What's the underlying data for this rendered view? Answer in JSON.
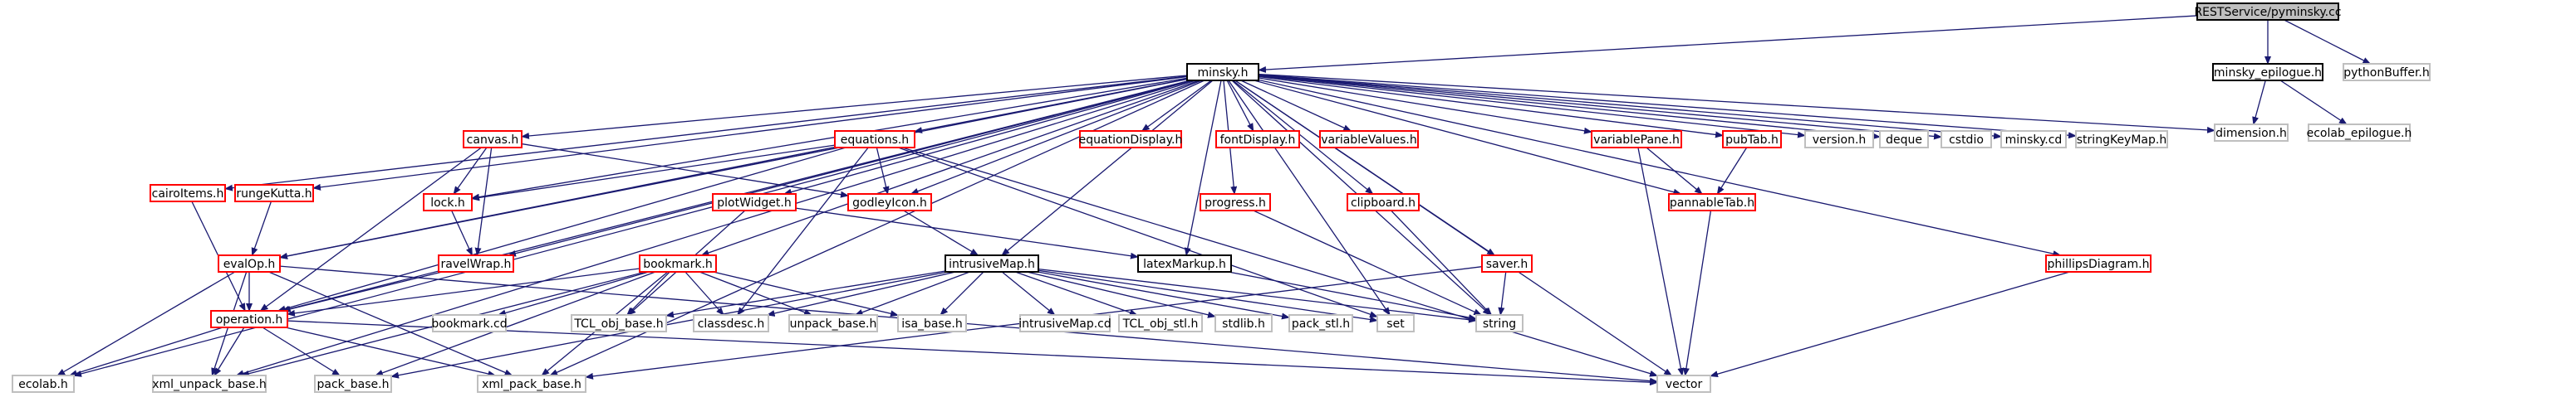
{
  "colors": {
    "edge": "#191970",
    "root_fill": "#bfbfbf",
    "node_fill": "#ffffff",
    "boxed_border": "#000000",
    "undocumented_border": "#ff0000",
    "external_border": "#bfbfbf"
  },
  "nodes": [
    {
      "id": "root",
      "label": "RESTService/pyminsky.cc",
      "style": "root"
    },
    {
      "id": "minsky_h",
      "label": "minsky.h",
      "style": "boxed"
    },
    {
      "id": "minsky_epilogue_h",
      "label": "minsky_epilogue.h",
      "style": "boxed"
    },
    {
      "id": "pythonBuffer_h",
      "label": "pythonBuffer.h",
      "style": "external"
    },
    {
      "id": "dimension_h",
      "label": "dimension.h",
      "style": "external"
    },
    {
      "id": "ecolab_epilogue_h",
      "label": "ecolab_epilogue.h",
      "style": "external"
    },
    {
      "id": "cairoItems_h",
      "label": "cairoItems.h",
      "style": "undocumented"
    },
    {
      "id": "rungeKutta_h",
      "label": "rungeKutta.h",
      "style": "undocumented"
    },
    {
      "id": "canvas_h",
      "label": "canvas.h",
      "style": "undocumented"
    },
    {
      "id": "equations_h",
      "label": "equations.h",
      "style": "undocumented"
    },
    {
      "id": "equationDisplay_h",
      "label": "equationDisplay.h",
      "style": "undocumented"
    },
    {
      "id": "fontDisplay_h",
      "label": "fontDisplay.h",
      "style": "undocumented"
    },
    {
      "id": "variableValues_h",
      "label": "variableValues.h",
      "style": "undocumented"
    },
    {
      "id": "variablePane_h",
      "label": "variablePane.h",
      "style": "undocumented"
    },
    {
      "id": "pubTab_h",
      "label": "pubTab.h",
      "style": "undocumented"
    },
    {
      "id": "version_h",
      "label": "version.h",
      "style": "external"
    },
    {
      "id": "deque",
      "label": "deque",
      "style": "external"
    },
    {
      "id": "cstdio",
      "label": "cstdio",
      "style": "external"
    },
    {
      "id": "minsky_cd",
      "label": "minsky.cd",
      "style": "external"
    },
    {
      "id": "stringKeyMap_h",
      "label": "stringKeyMap.h",
      "style": "external"
    },
    {
      "id": "lock_h",
      "label": "lock.h",
      "style": "undocumented"
    },
    {
      "id": "godleyIcon_h",
      "label": "godleyIcon.h",
      "style": "undocumented"
    },
    {
      "id": "plotWidget_h",
      "label": "plotWidget.h",
      "style": "undocumented"
    },
    {
      "id": "progress_h",
      "label": "progress.h",
      "style": "undocumented"
    },
    {
      "id": "clipboard_h",
      "label": "clipboard.h",
      "style": "undocumented"
    },
    {
      "id": "pannableTab_h",
      "label": "pannableTab.h",
      "style": "undocumented"
    },
    {
      "id": "evalOp_h",
      "label": "evalOp.h",
      "style": "undocumented"
    },
    {
      "id": "ravelWrap_h",
      "label": "ravelWrap.h",
      "style": "undocumented"
    },
    {
      "id": "bookmark_h",
      "label": "bookmark.h",
      "style": "undocumented"
    },
    {
      "id": "intrusiveMap_h",
      "label": "intrusiveMap.h",
      "style": "boxed"
    },
    {
      "id": "latexMarkup_h",
      "label": "latexMarkup.h",
      "style": "boxed"
    },
    {
      "id": "saver_h",
      "label": "saver.h",
      "style": "undocumented"
    },
    {
      "id": "phillipsDiagram_h",
      "label": "phillipsDiagram.h",
      "style": "undocumented"
    },
    {
      "id": "operation_h",
      "label": "operation.h",
      "style": "undocumented"
    },
    {
      "id": "bookmark_cd",
      "label": "bookmark.cd",
      "style": "external"
    },
    {
      "id": "TCL_obj_base_h",
      "label": "TCL_obj_base.h",
      "style": "external"
    },
    {
      "id": "classdesc_h",
      "label": "classdesc.h",
      "style": "external"
    },
    {
      "id": "unpack_base_h",
      "label": "unpack_base.h",
      "style": "external"
    },
    {
      "id": "isa_base_h",
      "label": "isa_base.h",
      "style": "external"
    },
    {
      "id": "intrusiveMap_cd",
      "label": "intrusiveMap.cd",
      "style": "external"
    },
    {
      "id": "TCL_obj_stl_h",
      "label": "TCL_obj_stl.h",
      "style": "external"
    },
    {
      "id": "stdlib_h",
      "label": "stdlib.h",
      "style": "external"
    },
    {
      "id": "pack_stl_h",
      "label": "pack_stl.h",
      "style": "external"
    },
    {
      "id": "set",
      "label": "set",
      "style": "external"
    },
    {
      "id": "string",
      "label": "string",
      "style": "external"
    },
    {
      "id": "vector",
      "label": "vector",
      "style": "external"
    },
    {
      "id": "ecolab_h",
      "label": "ecolab.h",
      "style": "external"
    },
    {
      "id": "xml_unpack_base_h",
      "label": "xml_unpack_base.h",
      "style": "external"
    },
    {
      "id": "pack_base_h",
      "label": "pack_base.h",
      "style": "external"
    },
    {
      "id": "xml_pack_base_h",
      "label": "xml_pack_base.h",
      "style": "external"
    }
  ],
  "edges": [
    [
      "root",
      "minsky_h"
    ],
    [
      "root",
      "minsky_epilogue_h"
    ],
    [
      "root",
      "pythonBuffer_h"
    ],
    [
      "minsky_epilogue_h",
      "dimension_h"
    ],
    [
      "minsky_epilogue_h",
      "ecolab_epilogue_h"
    ],
    [
      "minsky_h",
      "cairoItems_h"
    ],
    [
      "minsky_h",
      "rungeKutta_h"
    ],
    [
      "minsky_h",
      "canvas_h"
    ],
    [
      "minsky_h",
      "equations_h"
    ],
    [
      "minsky_h",
      "equationDisplay_h"
    ],
    [
      "minsky_h",
      "fontDisplay_h"
    ],
    [
      "minsky_h",
      "variableValues_h"
    ],
    [
      "minsky_h",
      "variablePane_h"
    ],
    [
      "minsky_h",
      "pubTab_h"
    ],
    [
      "minsky_h",
      "version_h"
    ],
    [
      "minsky_h",
      "deque"
    ],
    [
      "minsky_h",
      "cstdio"
    ],
    [
      "minsky_h",
      "minsky_cd"
    ],
    [
      "minsky_h",
      "stringKeyMap_h"
    ],
    [
      "minsky_h",
      "dimension_h"
    ],
    [
      "minsky_h",
      "lock_h"
    ],
    [
      "minsky_h",
      "godleyIcon_h"
    ],
    [
      "minsky_h",
      "plotWidget_h"
    ],
    [
      "minsky_h",
      "progress_h"
    ],
    [
      "minsky_h",
      "clipboard_h"
    ],
    [
      "minsky_h",
      "pannableTab_h"
    ],
    [
      "minsky_h",
      "evalOp_h"
    ],
    [
      "minsky_h",
      "ravelWrap_h"
    ],
    [
      "minsky_h",
      "bookmark_h"
    ],
    [
      "minsky_h",
      "intrusiveMap_h"
    ],
    [
      "minsky_h",
      "latexMarkup_h"
    ],
    [
      "minsky_h",
      "saver_h"
    ],
    [
      "minsky_h",
      "phillipsDiagram_h"
    ],
    [
      "minsky_h",
      "operation_h"
    ],
    [
      "minsky_h",
      "string"
    ],
    [
      "minsky_h",
      "vector"
    ],
    [
      "minsky_h",
      "ecolab_h"
    ],
    [
      "minsky_h",
      "xml_unpack_base_h"
    ],
    [
      "minsky_h",
      "xml_pack_base_h"
    ],
    [
      "minsky_h",
      "set"
    ],
    [
      "cairoItems_h",
      "operation_h"
    ],
    [
      "rungeKutta_h",
      "evalOp_h"
    ],
    [
      "canvas_h",
      "lock_h"
    ],
    [
      "canvas_h",
      "ravelWrap_h"
    ],
    [
      "canvas_h",
      "operation_h"
    ],
    [
      "canvas_h",
      "godleyIcon_h"
    ],
    [
      "equations_h",
      "lock_h"
    ],
    [
      "equations_h",
      "godleyIcon_h"
    ],
    [
      "equations_h",
      "evalOp_h"
    ],
    [
      "equations_h",
      "operation_h"
    ],
    [
      "equations_h",
      "classdesc_h"
    ],
    [
      "equations_h",
      "vector"
    ],
    [
      "equations_h",
      "set"
    ],
    [
      "lock_h",
      "ravelWrap_h"
    ],
    [
      "ravelWrap_h",
      "operation_h"
    ],
    [
      "plotWidget_h",
      "latexMarkup_h"
    ],
    [
      "plotWidget_h",
      "TCL_obj_base_h"
    ],
    [
      "godleyIcon_h",
      "intrusiveMap_h"
    ],
    [
      "evalOp_h",
      "operation_h"
    ],
    [
      "evalOp_h",
      "ecolab_h"
    ],
    [
      "evalOp_h",
      "xml_unpack_base_h"
    ],
    [
      "evalOp_h",
      "xml_pack_base_h"
    ],
    [
      "evalOp_h",
      "vector"
    ],
    [
      "operation_h",
      "ecolab_h"
    ],
    [
      "operation_h",
      "xml_unpack_base_h"
    ],
    [
      "operation_h",
      "pack_base_h"
    ],
    [
      "operation_h",
      "xml_pack_base_h"
    ],
    [
      "operation_h",
      "vector"
    ],
    [
      "bookmark_h",
      "operation_h"
    ],
    [
      "bookmark_h",
      "bookmark_cd"
    ],
    [
      "bookmark_h",
      "TCL_obj_base_h"
    ],
    [
      "bookmark_h",
      "classdesc_h"
    ],
    [
      "bookmark_h",
      "unpack_base_h"
    ],
    [
      "bookmark_h",
      "isa_base_h"
    ],
    [
      "bookmark_h",
      "pack_base_h"
    ],
    [
      "bookmark_h",
      "xml_pack_base_h"
    ],
    [
      "bookmark_h",
      "xml_unpack_base_h"
    ],
    [
      "intrusiveMap_h",
      "TCL_obj_base_h"
    ],
    [
      "intrusiveMap_h",
      "classdesc_h"
    ],
    [
      "intrusiveMap_h",
      "unpack_base_h"
    ],
    [
      "intrusiveMap_h",
      "isa_base_h"
    ],
    [
      "intrusiveMap_h",
      "intrusiveMap_cd"
    ],
    [
      "intrusiveMap_h",
      "TCL_obj_stl_h"
    ],
    [
      "intrusiveMap_h",
      "stdlib_h"
    ],
    [
      "intrusiveMap_h",
      "pack_stl_h"
    ],
    [
      "intrusiveMap_h",
      "set"
    ],
    [
      "intrusiveMap_h",
      "string"
    ],
    [
      "intrusiveMap_h",
      "pack_base_h"
    ],
    [
      "latexMarkup_h",
      "string"
    ],
    [
      "progress_h",
      "string"
    ],
    [
      "clipboard_h",
      "string"
    ],
    [
      "variablePane_h",
      "pannableTab_h"
    ],
    [
      "variablePane_h",
      "vector"
    ],
    [
      "pubTab_h",
      "pannableTab_h"
    ],
    [
      "pannableTab_h",
      "vector"
    ],
    [
      "saver_h",
      "string"
    ],
    [
      "saver_h",
      "xml_pack_base_h"
    ],
    [
      "phillipsDiagram_h",
      "vector"
    ]
  ]
}
